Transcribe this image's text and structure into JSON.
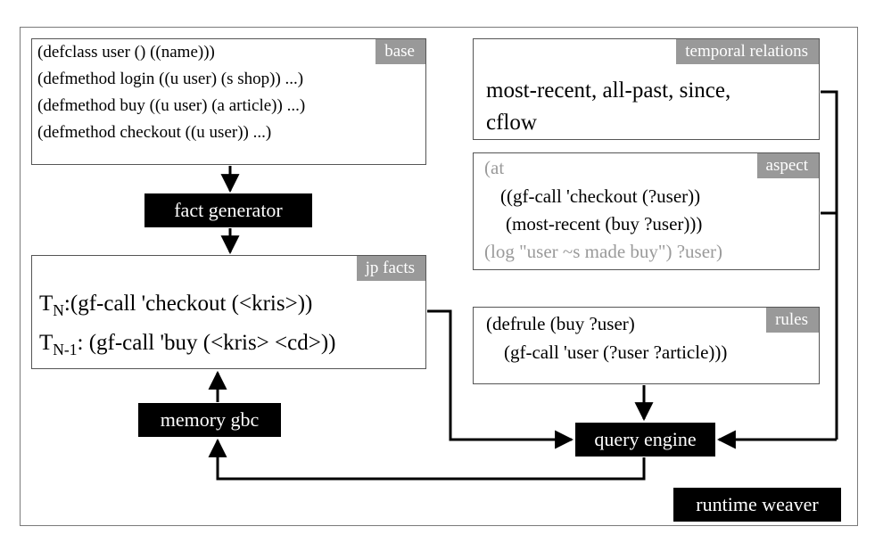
{
  "base_box": {
    "tag": "base",
    "lines": [
      "(defclass user () ((name)))",
      "(defmethod login ((u user) (s shop)) ...)",
      "(defmethod buy ((u user) (a article)) ...)",
      "(defmethod checkout ((u user)) ...)"
    ]
  },
  "fact_generator": "fact generator",
  "jp_facts": {
    "tag": "jp facts",
    "fact1_prefix": "T",
    "fact1_sub": "N",
    "fact1_text": ":(gf-call 'checkout (<kris>))",
    "fact2_prefix": "T",
    "fact2_sub": "N-1",
    "fact2_text": ": (gf-call 'buy (<kris> <cd>))"
  },
  "memory_gbc": "memory gbc",
  "temporal": {
    "tag": "temporal relations",
    "line1": "most-recent, all-past, since,",
    "line2": "cflow"
  },
  "aspect": {
    "tag": "aspect",
    "lines": [
      "(at",
      "((gf-call 'checkout (?user))",
      "(most-recent (buy ?user)))",
      "(log \"user ~s  made buy\") ?user)"
    ]
  },
  "rules": {
    "tag": "rules",
    "lines": [
      "(defrule (buy ?user)",
      "(gf-call 'user (?user ?article)))"
    ]
  },
  "query_engine": "query engine",
  "runtime_weaver": "runtime weaver",
  "colors": {
    "tag_bg": "#999999",
    "aspect_gray": "#9a9a9a",
    "block_bg": "#000000"
  }
}
